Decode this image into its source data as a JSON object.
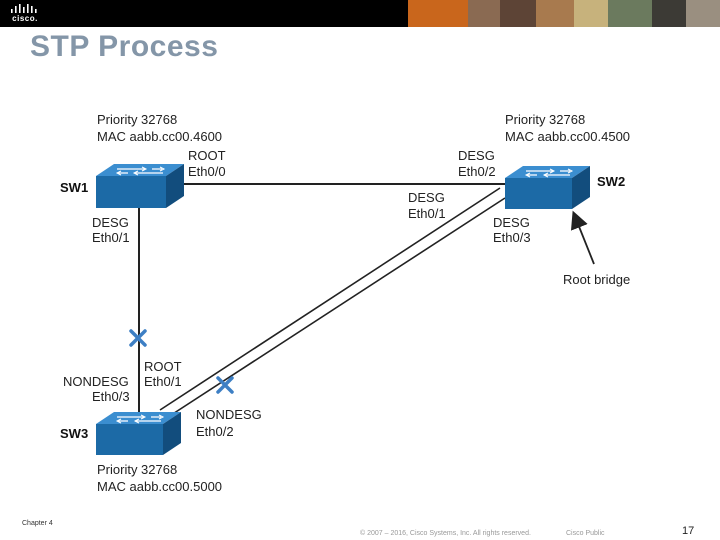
{
  "header": {
    "logo_text": "cisco.",
    "photos": [
      {
        "name": "photo-1",
        "color": "#c9661c"
      },
      {
        "name": "photo-2",
        "color": "#8a6a52"
      },
      {
        "name": "photo-3",
        "color": "#5d4436"
      },
      {
        "name": "photo-4",
        "color": "#a87a4e"
      },
      {
        "name": "photo-5",
        "color": "#c7b27c"
      },
      {
        "name": "photo-6",
        "color": "#6b7a5e"
      },
      {
        "name": "photo-7",
        "color": "#3c3a35"
      },
      {
        "name": "photo-8",
        "color": "#9a8f80"
      }
    ]
  },
  "slide": {
    "title": "STP Process"
  },
  "diagram": {
    "switch_color": "#1c6aa6",
    "link_color": "#222222",
    "blocked_mark_color": "#3d7fc4",
    "sw1": {
      "name": "SW1",
      "priority": "Priority 32768",
      "mac": "MAC aabb.cc00.4600",
      "port_right_role": "ROOT",
      "port_right_name": "Eth0/0",
      "port_down_role": "DESG",
      "port_down_name": "Eth0/1"
    },
    "sw2": {
      "name": "SW2",
      "priority": "Priority 32768",
      "mac": "MAC aabb.cc00.4500",
      "port_left_role": "DESG",
      "port_left_name": "Eth0/2",
      "port_diag1_role": "DESG",
      "port_diag1_name": "Eth0/1",
      "port_diag3_role": "DESG",
      "port_diag3_name": "Eth0/3",
      "root_bridge_label": "Root bridge"
    },
    "sw3": {
      "name": "SW3",
      "priority": "Priority 32768",
      "mac": "MAC aabb.cc00.5000",
      "port_up_role": "NONDESG",
      "port_up_name": "Eth0/3",
      "port_diag_root_role": "ROOT",
      "port_diag_root_name": "Eth0/1",
      "port_diag2_role": "NONDESG",
      "port_diag2_name": "Eth0/2"
    }
  },
  "footer": {
    "chapter": "Chapter 4",
    "copyright": "© 2007 – 2016, Cisco Systems, Inc. All rights reserved.",
    "classification": "Cisco Public",
    "page_number": "17"
  }
}
